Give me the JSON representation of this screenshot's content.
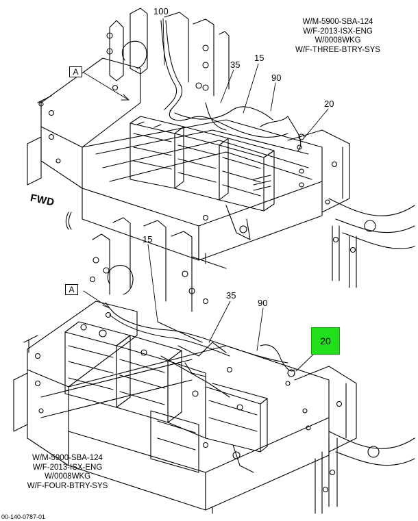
{
  "top_view": {
    "notes": [
      "W/M-5900-SBA-124",
      "W/F-2013-ISX-ENG",
      "W/0008WKG",
      "W/F-THREE-BTRY-SYS"
    ],
    "callouts": {
      "c100": "100",
      "c35": "35",
      "c15": "15",
      "c90": "90",
      "c20": "20",
      "view": "A"
    }
  },
  "bottom_view": {
    "notes": [
      "W/M-5900-SBA-124",
      "W/F-2013-ISX-ENG",
      "W/0008WKG",
      "W/F-FOUR-BTRY-SYS"
    ],
    "callouts": {
      "c15": "15",
      "c35": "35",
      "c90": "90",
      "view": "A"
    },
    "highlight": {
      "label": "20",
      "color": "#22e01c"
    }
  },
  "direction_label": "FWD",
  "footer": "00-140-0787-01"
}
